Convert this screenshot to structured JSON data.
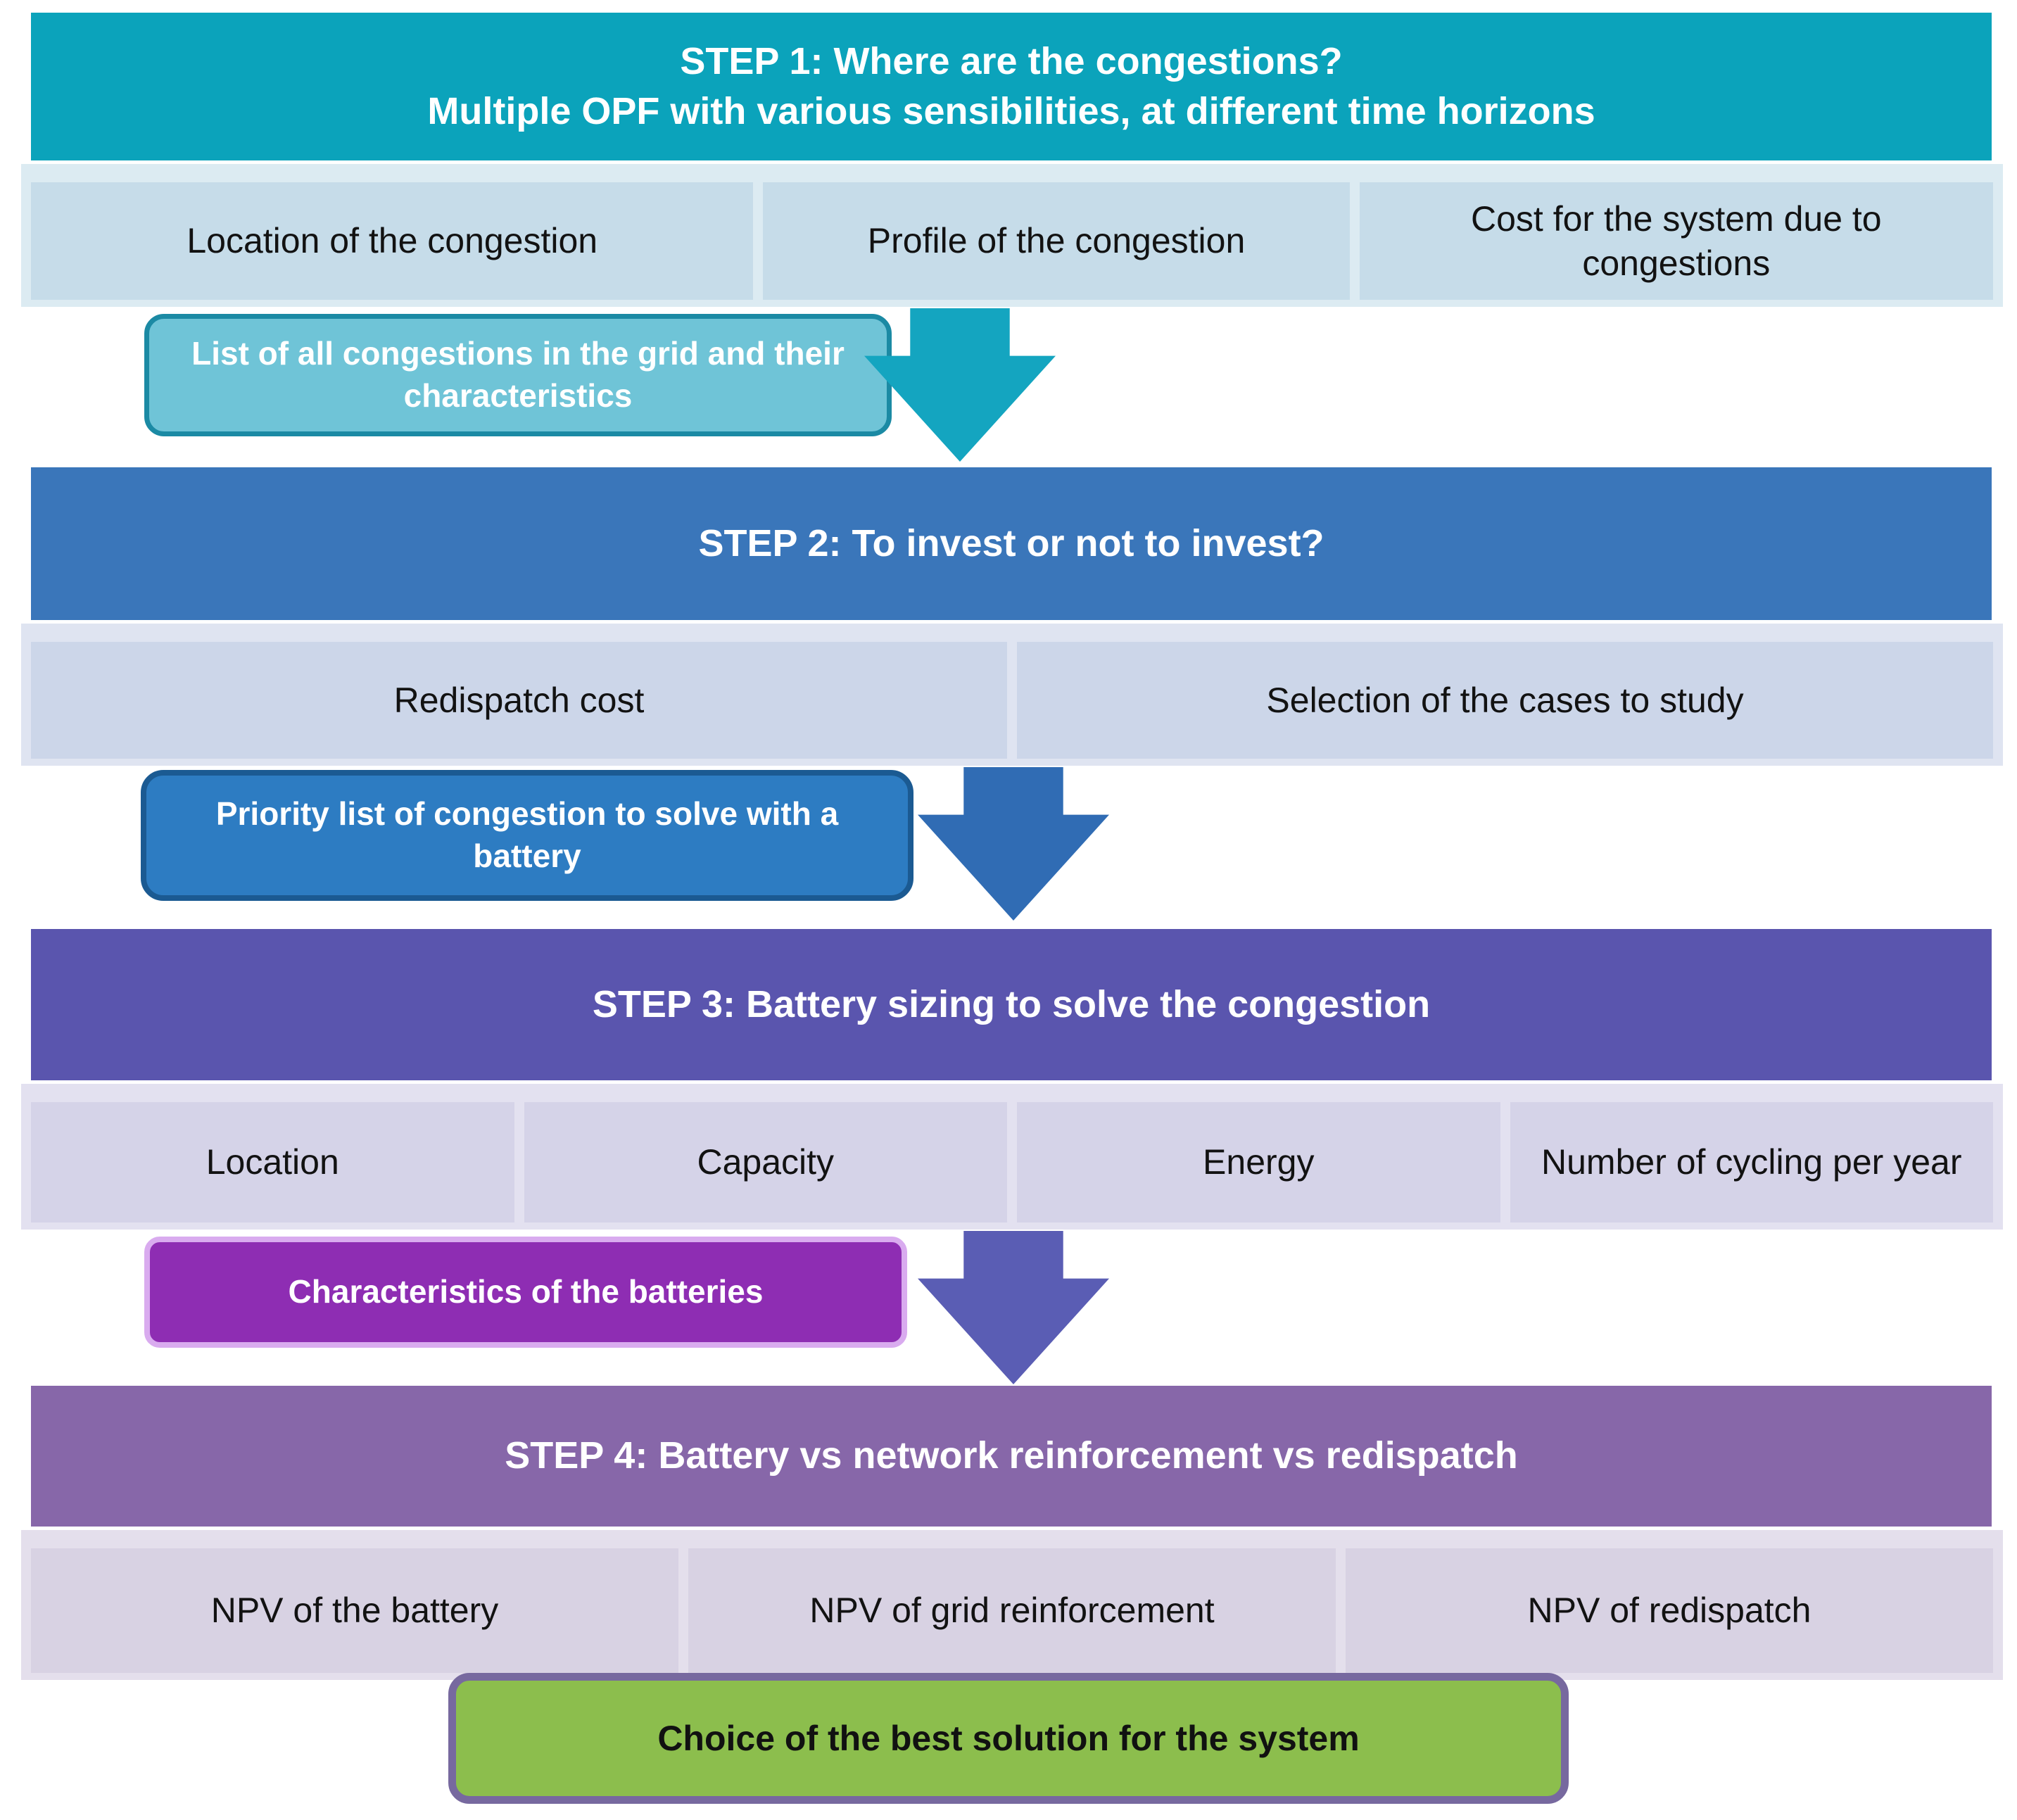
{
  "figure": {
    "type": "flowchart",
    "description": "Four-step methodology flowchart for battery placement versus grid reinforcement"
  },
  "steps": [
    {
      "title_line1": "STEP 1: Where are the congestions?",
      "title_line2": "Multiple OPF with various sensibilities, at different time horizons",
      "boxes": [
        "Location of the congestion",
        "Profile of the congestion",
        "Cost for the system due to congestions"
      ],
      "output": "List of all congestions in the grid and their characteristics"
    },
    {
      "title_line1": "STEP 2: To invest or not to invest?",
      "boxes": [
        "Redispatch cost",
        "Selection of the cases to study"
      ],
      "output": "Priority list of congestion to solve with a battery"
    },
    {
      "title_line1": "STEP 3: Battery sizing to solve the congestion",
      "boxes": [
        "Location",
        "Capacity",
        "Energy",
        "Number of cycling per year"
      ],
      "output": "Characteristics of the batteries"
    },
    {
      "title_line1": "STEP 4: Battery vs network reinforcement vs redispatch",
      "boxes": [
        "NPV of the battery",
        "NPV of grid reinforcement",
        "NPV of redispatch"
      ]
    }
  ],
  "final": "Choice of the best solution for the system",
  "colors": {
    "step1_header": "#0ba3bb",
    "step1_box": "#c6dce9",
    "step1_callout_fill": "#6fc4d7",
    "step1_callout_border": "#1b8aa4",
    "step1_arrow": "#14a5c0",
    "step2_header": "#3a76ba",
    "step2_box": "#ccd6e9",
    "step2_callout_fill": "#2d7cc2",
    "step2_callout_border": "#1b5a92",
    "step2_arrow": "#306cb4",
    "step3_header": "#5a55ae",
    "step3_box": "#d5d3e8",
    "step3_callout_fill": "#8e2db3",
    "step3_callout_border": "#d9abef",
    "step3_arrow": "#5a5db4",
    "step4_header": "#8767a9",
    "step4_box": "#d8d2e3",
    "final_fill": "#8cbe4d",
    "final_border": "#77699f"
  }
}
